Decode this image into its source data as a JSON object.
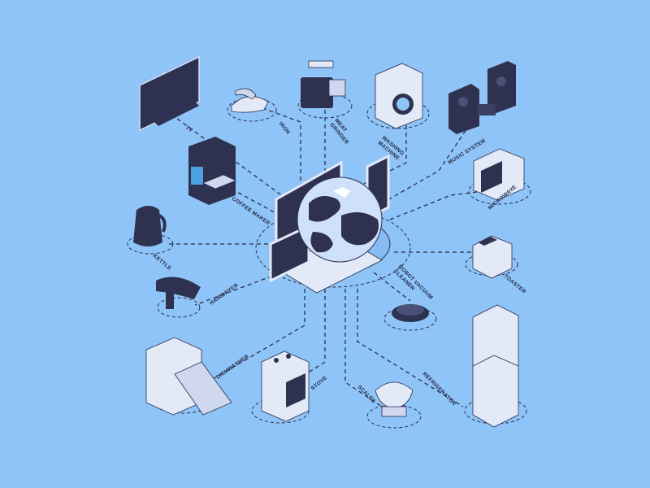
{
  "diagram": {
    "background_color": "#8ec4f7",
    "line_color": "#2a2f4d",
    "device_dark": "#2e3250",
    "device_light": "#e4e9f8",
    "center": {
      "icon": "globe-with-devices-icon"
    },
    "nodes": [
      {
        "key": "tv",
        "label": "TV",
        "icon": "tv-icon"
      },
      {
        "key": "iron",
        "label": "IRON",
        "icon": "iron-icon"
      },
      {
        "key": "meat_grinder",
        "label": "MEAT\nGRINDER",
        "icon": "meat-grinder-icon"
      },
      {
        "key": "washing_machine",
        "label": "WASHING\nMACHINE",
        "icon": "washing-machine-icon"
      },
      {
        "key": "music_system",
        "label": "MUSIC SYSTEM",
        "icon": "speakers-icon"
      },
      {
        "key": "coffee_maker",
        "label": "COFFEE MAKER",
        "icon": "coffee-maker-icon"
      },
      {
        "key": "microwave",
        "label": "MICROWAVE",
        "icon": "microwave-icon"
      },
      {
        "key": "kettle",
        "label": "KETTLE",
        "icon": "kettle-icon"
      },
      {
        "key": "toaster",
        "label": "TOASTER",
        "icon": "toaster-icon"
      },
      {
        "key": "hairdryer",
        "label": "HAIRDRYER",
        "icon": "hairdryer-icon"
      },
      {
        "key": "robot_vacuum",
        "label": "ROBOT VACUUM\nCLEANER",
        "icon": "robot-vacuum-icon"
      },
      {
        "key": "dishwasher",
        "label": "DISHWASHER",
        "icon": "dishwasher-icon"
      },
      {
        "key": "stove",
        "label": "STOVE",
        "icon": "stove-icon"
      },
      {
        "key": "scales",
        "label": "SCALES",
        "icon": "scales-icon"
      },
      {
        "key": "refrigerator",
        "label": "REFRIGERATOR",
        "icon": "refrigerator-icon"
      }
    ]
  }
}
